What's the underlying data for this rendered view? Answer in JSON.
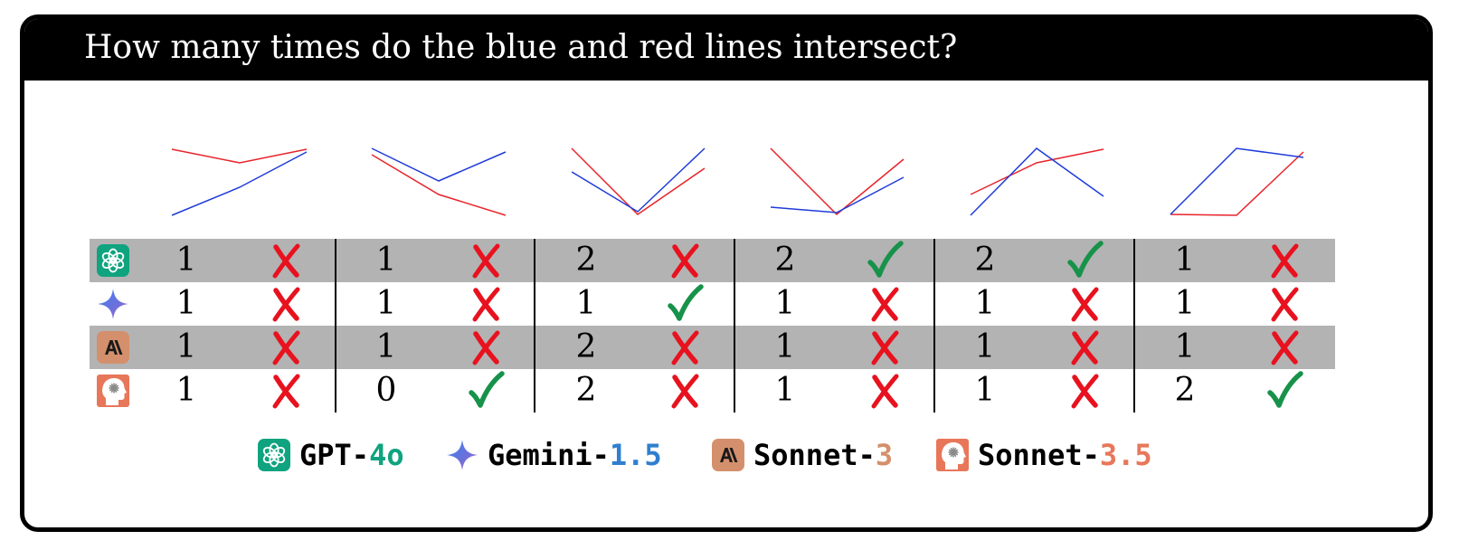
{
  "header": {
    "question": "How many times do the blue and red lines intersect?"
  },
  "colors": {
    "blue_line": "#1f3bd9",
    "red_line": "#e8242b",
    "check": "#17924a",
    "cross": "#e8121f",
    "row_band": "#b3b3b3",
    "gpt": "#10a37f",
    "gemini": "#4b7fd6",
    "sonnet3": "#d4906c",
    "sonnet35": "#e8775a"
  },
  "columns": [
    {
      "answers": [
        {
          "value": "1",
          "correct": false
        },
        {
          "value": "1",
          "correct": false
        },
        {
          "value": "1",
          "correct": false
        },
        {
          "value": "1",
          "correct": false
        }
      ]
    },
    {
      "answers": [
        {
          "value": "1",
          "correct": false
        },
        {
          "value": "1",
          "correct": false
        },
        {
          "value": "1",
          "correct": false
        },
        {
          "value": "0",
          "correct": true
        }
      ]
    },
    {
      "answers": [
        {
          "value": "2",
          "correct": false
        },
        {
          "value": "1",
          "correct": true
        },
        {
          "value": "2",
          "correct": false
        },
        {
          "value": "2",
          "correct": false
        }
      ]
    },
    {
      "answers": [
        {
          "value": "2",
          "correct": true
        },
        {
          "value": "1",
          "correct": false
        },
        {
          "value": "1",
          "correct": false
        },
        {
          "value": "1",
          "correct": false
        }
      ]
    },
    {
      "answers": [
        {
          "value": "2",
          "correct": true
        },
        {
          "value": "1",
          "correct": false
        },
        {
          "value": "1",
          "correct": false
        },
        {
          "value": "1",
          "correct": false
        }
      ]
    },
    {
      "answers": [
        {
          "value": "1",
          "correct": false
        },
        {
          "value": "1",
          "correct": false
        },
        {
          "value": "1",
          "correct": false
        },
        {
          "value": "2",
          "correct": true
        }
      ]
    }
  ],
  "models": [
    {
      "prefix": "GPT-",
      "version": "4o",
      "icon": "openai-logo-icon"
    },
    {
      "prefix": "Gemini-",
      "version": "1.5",
      "icon": "gemini-star-icon"
    },
    {
      "prefix": "Sonnet-",
      "version": "3",
      "icon": "anthropic-logo-icon"
    },
    {
      "prefix": "Sonnet-",
      "version": "3.5",
      "icon": "claude-head-icon"
    }
  ]
}
